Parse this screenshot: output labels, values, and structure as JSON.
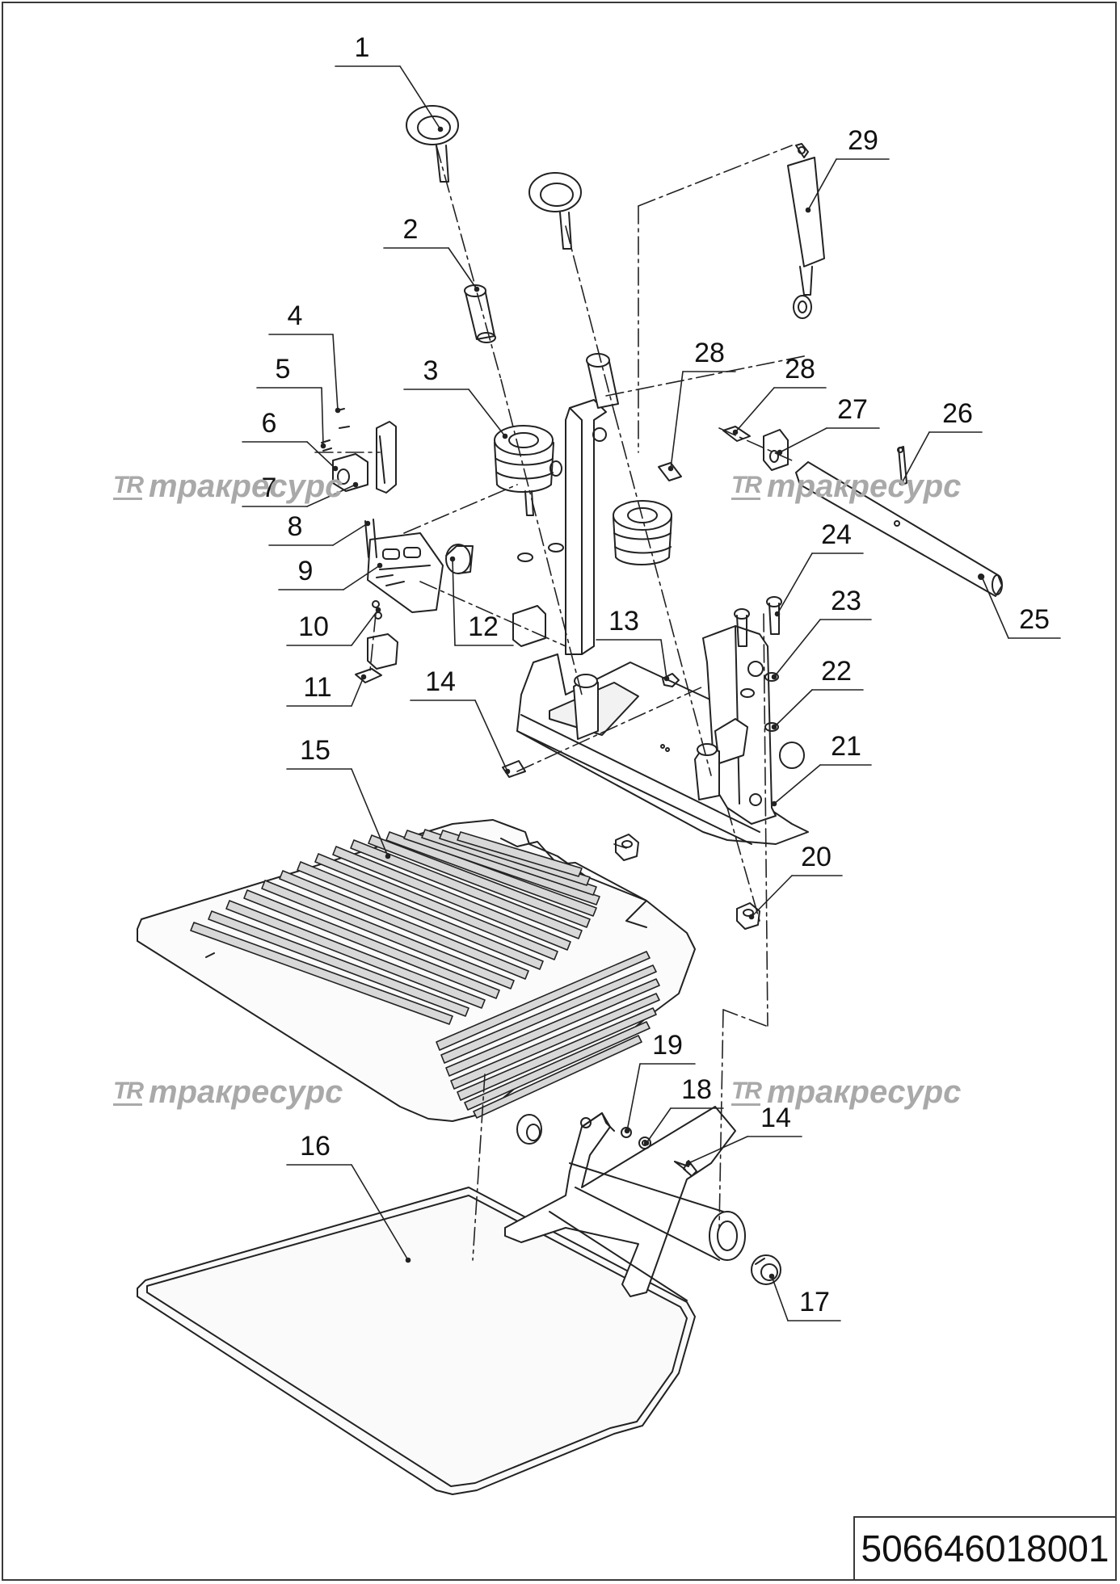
{
  "document_number": "506646018001",
  "watermark": {
    "mark": "TR",
    "text": "тpaкpecуpc"
  },
  "callouts": [
    "1",
    "2",
    "3",
    "4",
    "5",
    "6",
    "7",
    "8",
    "9",
    "10",
    "11",
    "12",
    "13",
    "14",
    "15",
    "16",
    "17",
    "18",
    "19",
    "20",
    "21",
    "22",
    "23",
    "24",
    "25",
    "26",
    "27",
    "28",
    "28",
    "29",
    "14"
  ],
  "colors": {
    "line": "#222222",
    "watermark": "#a9a9a9",
    "mat_fill": "#e8e8e8"
  }
}
